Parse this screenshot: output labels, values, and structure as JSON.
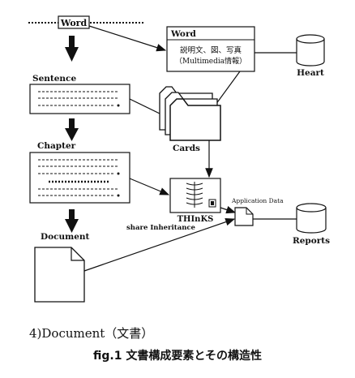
{
  "diagram": {
    "word_top_label": "Word",
    "word_box_title": "Word",
    "word_box_line1": "説明文、図、写真",
    "word_box_line2": "（Multimedia情報）",
    "heart_label": "Heart",
    "sentence_label": "Sentence",
    "cards_label": "Cards",
    "chapter_label": "Chapter",
    "thinks_label": "THInKS",
    "share_label": "share Inheritance",
    "app_data_label": "Application Data",
    "document_label": "Document",
    "reports_label": "Reports"
  },
  "subtitle": "4)Document（文書）",
  "caption": "fig.1 文書構成要素とその構造性"
}
